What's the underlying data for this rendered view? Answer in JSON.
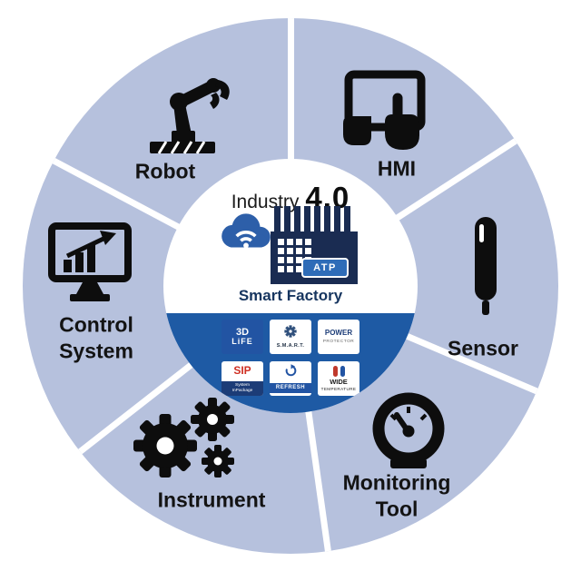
{
  "title": {
    "word": "Industry",
    "version": "4.0"
  },
  "center": {
    "subtitle": "Smart Factory",
    "atp_label": "ATP",
    "badge_3d_life": {
      "top": "3D",
      "bottom": "LiFE"
    },
    "badge_smart": {
      "label": "S.M.A.R.T."
    },
    "badge_power": {
      "top": "POWER",
      "bottom": "PROTECTOR"
    },
    "badge_sip": {
      "top": "SIP",
      "bottom": "System\nInPackage"
    },
    "badge_refresh": {
      "label": "REFRESH"
    },
    "badge_wide_temp": {
      "top": "WIDE",
      "bottom": "TEMPERATURE"
    }
  },
  "segments": {
    "robot": "Robot",
    "hmi": "HMI",
    "sensor": "Sensor",
    "monitoring": "Monitoring\nTool",
    "instrument": "Instrument",
    "control": "Control\nSystem"
  },
  "colors": {
    "ring": "#b6c1dd",
    "band_blue": "#1e5aa4",
    "icon_black": "#0d0d0d",
    "cloud_blue": "#2d5fa9",
    "factory_navy": "#1a2c52",
    "atp_blue": "#2e6cb8"
  }
}
